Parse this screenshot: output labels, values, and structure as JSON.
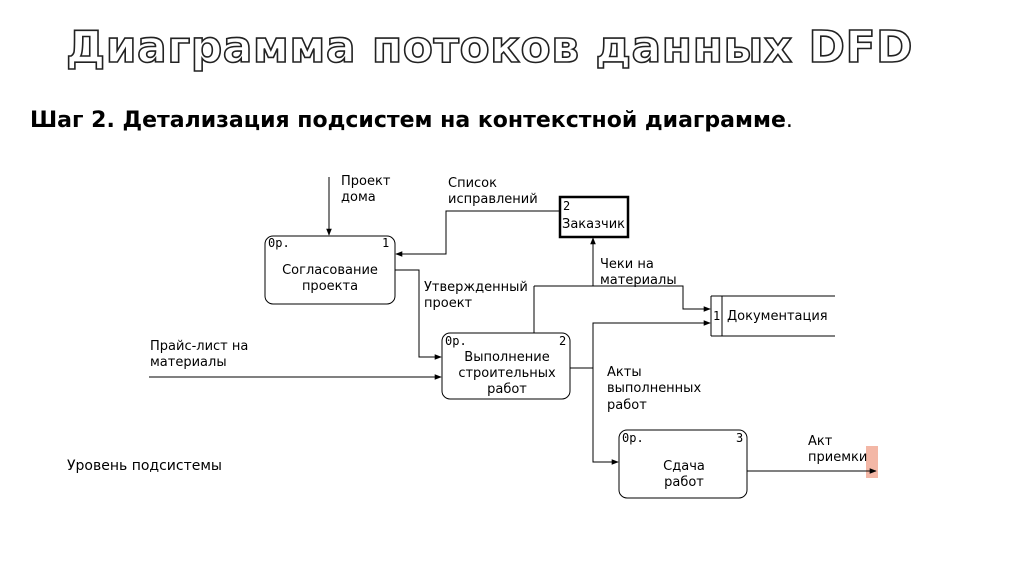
{
  "slide": {
    "title": "Диаграмма потоков данных DFD",
    "subtitle": "Шаг 2. Детализация подсистем на контекстной диаграмме",
    "subtitle_end": "."
  },
  "processes": [
    {
      "code": "0р.",
      "number": "1",
      "lines": [
        "Согласование",
        "проекта"
      ]
    },
    {
      "code": "0р.",
      "number": "2",
      "lines": [
        "Выполнение",
        "строительных",
        "работ"
      ]
    },
    {
      "code": "0р.",
      "number": "3",
      "lines": [
        "Сдача",
        "работ"
      ]
    }
  ],
  "externals": [
    {
      "number": "2",
      "name": "Заказчик"
    }
  ],
  "stores": [
    {
      "number": "1",
      "name": "Документация"
    }
  ],
  "flows": {
    "project": [
      "Проект",
      "дома"
    ],
    "corrections": [
      "Список",
      "исправлений"
    ],
    "approved": [
      "Утвержденный",
      "проект"
    ],
    "receipts": [
      "Чеки на",
      "материалы"
    ],
    "pricelist": [
      "Прайс-лист на",
      "материалы"
    ],
    "acts": [
      "Акты",
      "выполненных",
      "работ"
    ],
    "acceptance": [
      "Акт",
      "приемки"
    ]
  },
  "level_label": "Уровень подсистемы",
  "colors": {
    "highlight": "#f3b7a6"
  }
}
